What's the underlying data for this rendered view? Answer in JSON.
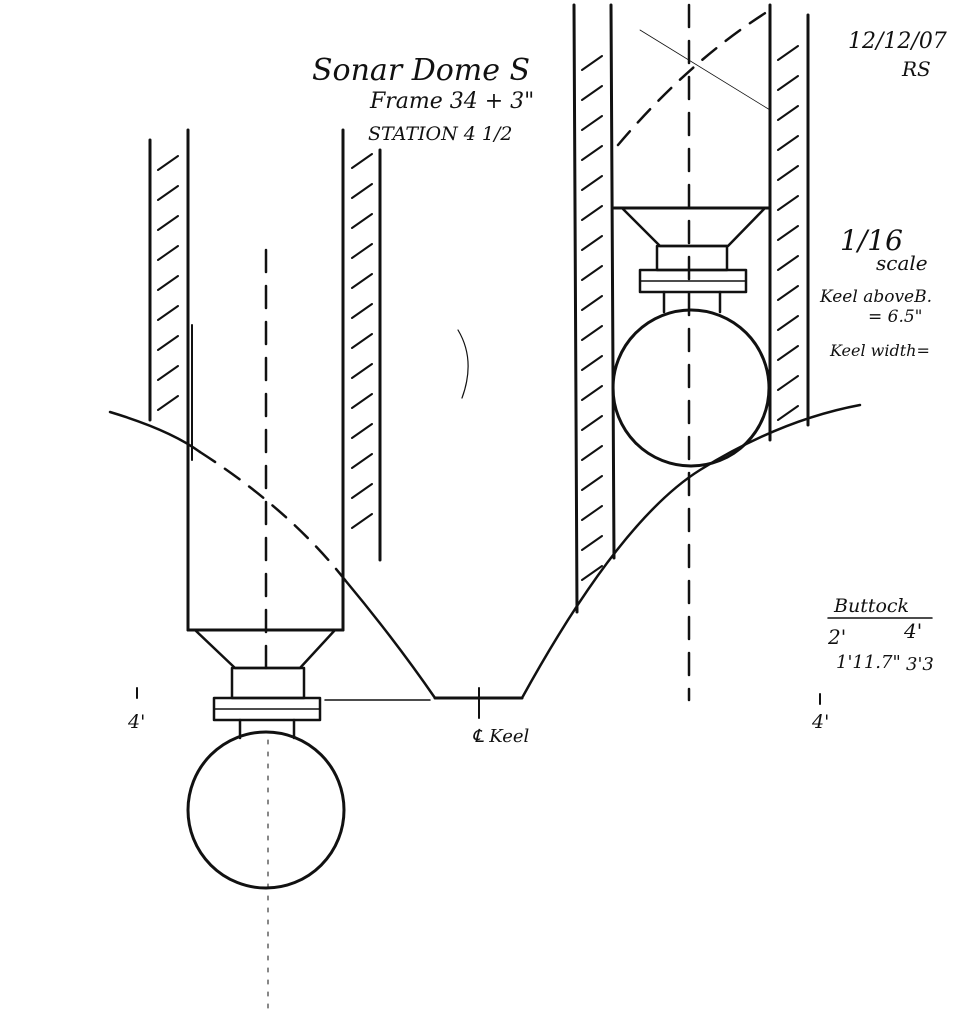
{
  "title": {
    "line1": "Sonar Dome S",
    "line2": "Frame 34 + 3\"",
    "line3": "STATION 4 1/2"
  },
  "date": "12/12/07",
  "initials": "RS",
  "scale": {
    "value": "1/16",
    "unit": "scale"
  },
  "keel": {
    "above_label": "Keel aboveB.",
    "above_value": "= 6.5\"",
    "width_label": "Keel width="
  },
  "buttock": {
    "heading": "Buttock",
    "columns": [
      "2'",
      "4'"
    ],
    "values": [
      "1'11.7\"",
      "3'3"
    ]
  },
  "markers": {
    "left": "4'",
    "right": "4'",
    "centerline": "℄ Keel"
  }
}
